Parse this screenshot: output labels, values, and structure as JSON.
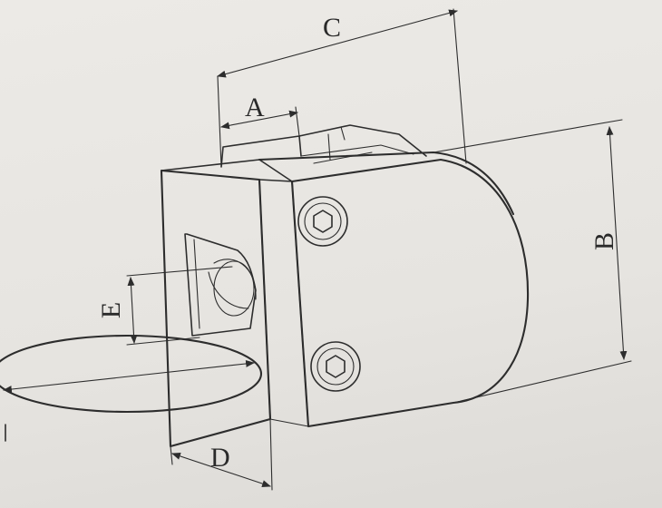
{
  "diagram": {
    "dimension_labels": {
      "a": "A",
      "b": "B",
      "c": "C",
      "d": "D",
      "e": "E"
    }
  }
}
